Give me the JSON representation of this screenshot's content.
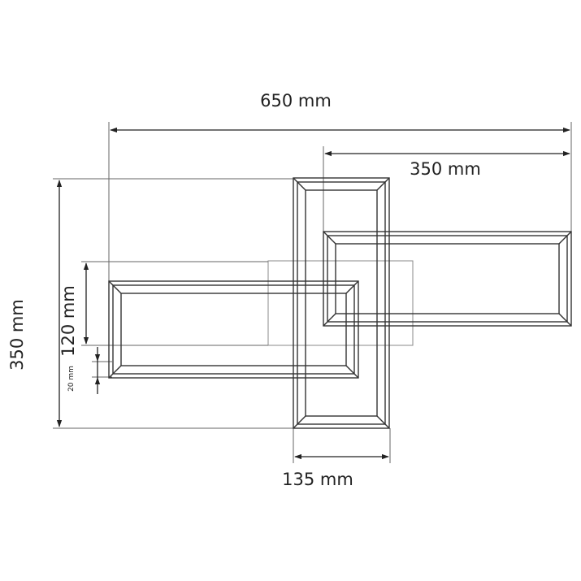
{
  "dimensions": {
    "total_width": "650 mm",
    "right_width": "350 mm",
    "total_height": "350 mm",
    "frame_height": "120 mm",
    "frame_depth": "20 mm",
    "bottom_width": "135 mm"
  },
  "colors": {
    "frame_stroke": "#333333",
    "dim_line": "#222222",
    "extension_line": "#555555",
    "shadow_plate": "#777777"
  }
}
